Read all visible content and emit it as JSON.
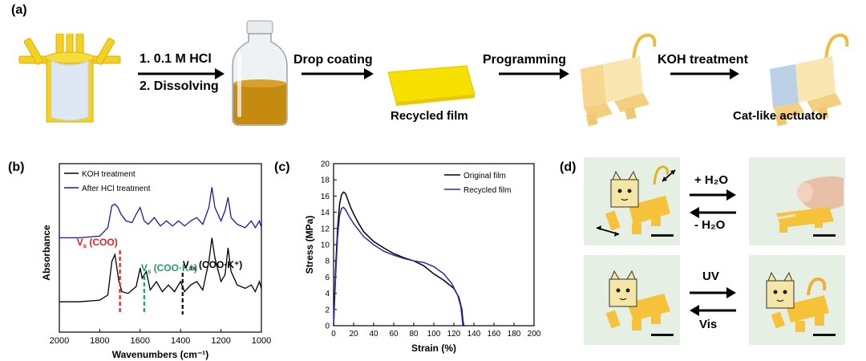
{
  "panel_a": {
    "label": "(a)",
    "step1_line1": "1. 0.1 M HCl",
    "step1_line2": "2. Dissolving",
    "step2": "Drop  coating",
    "step3": "Programming",
    "step4": "KOH treatment",
    "caption_film": "Recycled film",
    "caption_actuator": "Cat-like actuator"
  },
  "panel_b": {
    "label": "(b)",
    "chart_data": {
      "type": "line",
      "xlabel": "Wavenumbers (cm⁻¹)",
      "ylabel": "Absorbance",
      "xlim": [
        2000,
        1000
      ],
      "x_ticks": [
        "2000",
        "1800",
        "1600",
        "1400",
        "1200",
        "1000"
      ],
      "legend_position": "top-left",
      "series": [
        {
          "name": "KOH treatment",
          "color": "#000000",
          "x": [
            2000,
            1900,
            1800,
            1760,
            1740,
            1725,
            1705,
            1690,
            1660,
            1620,
            1600,
            1590,
            1570,
            1550,
            1520,
            1490,
            1460,
            1430,
            1400,
            1380,
            1350,
            1320,
            1290,
            1260,
            1245,
            1230,
            1200,
            1180,
            1165,
            1150,
            1120,
            1080,
            1050,
            1030,
            1010,
            1000
          ],
          "y": [
            0.18,
            0.18,
            0.19,
            0.22,
            0.42,
            0.46,
            0.3,
            0.24,
            0.23,
            0.27,
            0.38,
            0.32,
            0.36,
            0.25,
            0.3,
            0.24,
            0.28,
            0.24,
            0.3,
            0.24,
            0.28,
            0.3,
            0.25,
            0.42,
            0.56,
            0.44,
            0.3,
            0.34,
            0.5,
            0.36,
            0.28,
            0.26,
            0.28,
            0.24,
            0.3,
            0.26
          ]
        },
        {
          "name": "After HCl treatment",
          "color": "#1a1aa8",
          "x": [
            2000,
            1900,
            1800,
            1760,
            1740,
            1725,
            1710,
            1695,
            1670,
            1640,
            1620,
            1600,
            1580,
            1560,
            1530,
            1500,
            1470,
            1440,
            1410,
            1380,
            1350,
            1320,
            1290,
            1260,
            1245,
            1230,
            1200,
            1180,
            1165,
            1150,
            1120,
            1080,
            1050,
            1030,
            1010,
            1000
          ],
          "y": [
            0.56,
            0.56,
            0.57,
            0.62,
            0.75,
            0.76,
            0.74,
            0.7,
            0.66,
            0.65,
            0.7,
            0.74,
            0.66,
            0.64,
            0.68,
            0.63,
            0.66,
            0.63,
            0.66,
            0.63,
            0.66,
            0.68,
            0.64,
            0.74,
            0.86,
            0.74,
            0.66,
            0.72,
            0.8,
            0.68,
            0.64,
            0.62,
            0.66,
            0.62,
            0.66,
            0.62
          ]
        }
      ],
      "annotations": [
        {
          "text_main": "V",
          "text_sub": "s",
          "text_rest": " (COO)",
          "color": "#e02020",
          "x": 1700
        },
        {
          "text_main": "V",
          "text_sub": "s",
          "text_rest": " (COO·K⁺)",
          "color": "#20a060",
          "x": 1580
        },
        {
          "text_main": "V",
          "text_sub": "as",
          "text_rest": " (COO·K⁺)",
          "color": "#000000",
          "x": 1390
        }
      ]
    }
  },
  "panel_c": {
    "label": "(c)",
    "chart_data": {
      "type": "line",
      "xlabel": "Strain (%)",
      "ylabel": "Stress (MPa)",
      "xlim": [
        0,
        200
      ],
      "ylim": [
        0,
        20
      ],
      "x_ticks": [
        "0",
        "20",
        "40",
        "60",
        "80",
        "100",
        "120",
        "140",
        "160",
        "180",
        "200"
      ],
      "y_ticks": [
        "0",
        "2",
        "4",
        "6",
        "8",
        "10",
        "12",
        "14",
        "16",
        "18",
        "20"
      ],
      "legend_position": "top-right",
      "series": [
        {
          "name": "Original film",
          "color": "#000000",
          "x": [
            0,
            2,
            4,
            6,
            8,
            10,
            12,
            14,
            17,
            20,
            25,
            30,
            40,
            50,
            60,
            70,
            80,
            90,
            100,
            110,
            120,
            125,
            128,
            129,
            130
          ],
          "y": [
            0,
            7,
            12,
            15,
            16.2,
            16.5,
            16.3,
            15.6,
            14.6,
            13.8,
            12.6,
            11.6,
            10.4,
            9.6,
            8.9,
            8.4,
            8.0,
            7.4,
            6.4,
            5.6,
            4.6,
            3.5,
            2.0,
            0.6,
            0
          ]
        },
        {
          "name": "Recycled film",
          "color": "#2a2ab0",
          "x": [
            0,
            2,
            4,
            6,
            8,
            10,
            12,
            15,
            20,
            25,
            30,
            40,
            50,
            60,
            70,
            80,
            90,
            100,
            110,
            118,
            124,
            127,
            128,
            129
          ],
          "y": [
            0,
            6,
            11,
            13.6,
            14.5,
            14.6,
            14.3,
            13.6,
            12.6,
            11.8,
            11.0,
            10.0,
            9.2,
            8.7,
            8.3,
            8.0,
            7.8,
            7.3,
            6.4,
            5.2,
            3.7,
            2.3,
            1.2,
            0
          ]
        }
      ]
    }
  },
  "panel_d": {
    "label": "(d)",
    "arrow_add_water": "+ H₂O",
    "arrow_remove_water": "- H₂O",
    "arrow_uv": "UV",
    "arrow_vis": "Vis"
  }
}
